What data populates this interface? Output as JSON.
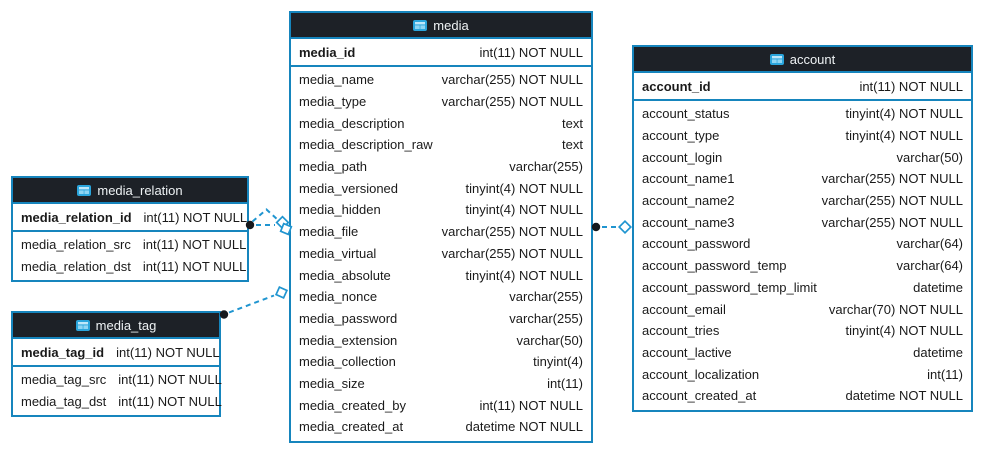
{
  "diagram": {
    "background": "#ffffff",
    "accent_border": "#1685bd",
    "header_bg": "#1d2127",
    "header_text": "#eef2f4",
    "row_text": "#1a1a1a",
    "connector_color": "#2095d0",
    "dot_color": "#16191d"
  },
  "tables": {
    "media": {
      "title": "media",
      "icon": "table-icon",
      "primary_key": {
        "name": "media_id",
        "type": "int(11) NOT NULL"
      },
      "fields": [
        {
          "name": "media_name",
          "type": "varchar(255) NOT NULL"
        },
        {
          "name": "media_type",
          "type": "varchar(255) NOT NULL"
        },
        {
          "name": "media_description",
          "type": "text"
        },
        {
          "name": "media_description_raw",
          "type": "text"
        },
        {
          "name": "media_path",
          "type": "varchar(255)"
        },
        {
          "name": "media_versioned",
          "type": "tinyint(4) NOT NULL"
        },
        {
          "name": "media_hidden",
          "type": "tinyint(4) NOT NULL"
        },
        {
          "name": "media_file",
          "type": "varchar(255) NOT NULL"
        },
        {
          "name": "media_virtual",
          "type": "varchar(255) NOT NULL"
        },
        {
          "name": "media_absolute",
          "type": "tinyint(4) NOT NULL"
        },
        {
          "name": "media_nonce",
          "type": "varchar(255)"
        },
        {
          "name": "media_password",
          "type": "varchar(255)"
        },
        {
          "name": "media_extension",
          "type": "varchar(50)"
        },
        {
          "name": "media_collection",
          "type": "tinyint(4)"
        },
        {
          "name": "media_size",
          "type": "int(11)"
        },
        {
          "name": "media_created_by",
          "type": "int(11) NOT NULL"
        },
        {
          "name": "media_created_at",
          "type": "datetime NOT NULL"
        }
      ]
    },
    "media_relation": {
      "title": "media_relation",
      "icon": "table-icon",
      "primary_key": {
        "name": "media_relation_id",
        "type": "int(11) NOT NULL"
      },
      "fields": [
        {
          "name": "media_relation_src",
          "type": "int(11) NOT NULL"
        },
        {
          "name": "media_relation_dst",
          "type": "int(11) NOT NULL"
        }
      ]
    },
    "media_tag": {
      "title": "media_tag",
      "icon": "table-icon",
      "primary_key": {
        "name": "media_tag_id",
        "type": "int(11) NOT NULL"
      },
      "fields": [
        {
          "name": "media_tag_src",
          "type": "int(11) NOT NULL"
        },
        {
          "name": "media_tag_dst",
          "type": "int(11) NOT NULL"
        }
      ]
    },
    "account": {
      "title": "account",
      "icon": "table-icon",
      "primary_key": {
        "name": "account_id",
        "type": "int(11) NOT NULL"
      },
      "fields": [
        {
          "name": "account_status",
          "type": "tinyint(4) NOT NULL"
        },
        {
          "name": "account_type",
          "type": "tinyint(4) NOT NULL"
        },
        {
          "name": "account_login",
          "type": "varchar(50)"
        },
        {
          "name": "account_name1",
          "type": "varchar(255) NOT NULL"
        },
        {
          "name": "account_name2",
          "type": "varchar(255) NOT NULL"
        },
        {
          "name": "account_name3",
          "type": "varchar(255) NOT NULL"
        },
        {
          "name": "account_password",
          "type": "varchar(64)"
        },
        {
          "name": "account_password_temp",
          "type": "varchar(64)"
        },
        {
          "name": "account_password_temp_limit",
          "type": "datetime"
        },
        {
          "name": "account_email",
          "type": "varchar(70) NOT NULL"
        },
        {
          "name": "account_tries",
          "type": "tinyint(4) NOT NULL"
        },
        {
          "name": "account_lactive",
          "type": "datetime"
        },
        {
          "name": "account_localization",
          "type": "int(11)"
        },
        {
          "name": "account_created_at",
          "type": "datetime NOT NULL"
        }
      ]
    }
  },
  "relationships": [
    {
      "id": "media_relation-to-media",
      "from_table": "media_relation",
      "to_table": "media",
      "line_style": "dashed",
      "from_marker": "filled-dot",
      "to_marker": "open-diamond",
      "lines": 2
    },
    {
      "id": "media_tag-to-media",
      "from_table": "media_tag",
      "to_table": "media",
      "line_style": "dashed",
      "from_marker": "filled-dot",
      "to_marker": "open-diamond",
      "lines": 1
    },
    {
      "id": "media-to-account",
      "from_table": "media",
      "to_table": "account",
      "line_style": "dashed",
      "from_marker": "filled-dot",
      "to_marker": "open-diamond",
      "lines": 1
    }
  ]
}
